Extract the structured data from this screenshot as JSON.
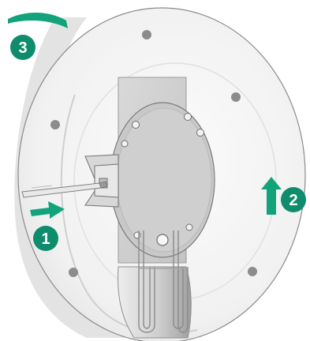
{
  "figure": {
    "colors": {
      "accent": "#0e8c6c",
      "arrow": "#12a37a",
      "outline": "#7a7a7a",
      "body_fill": "#f4f4f4",
      "plate_fill": "#d2d2d2",
      "shadow_fill": "#bdbdbd"
    },
    "steps": [
      {
        "label": "1",
        "arrow": "right"
      },
      {
        "label": "2",
        "arrow": "up"
      },
      {
        "label": "3",
        "arrow": "rotate"
      }
    ],
    "icons": [
      "access-point-body",
      "mounting-bracket",
      "screwdriver",
      "rotation-arrow"
    ]
  }
}
